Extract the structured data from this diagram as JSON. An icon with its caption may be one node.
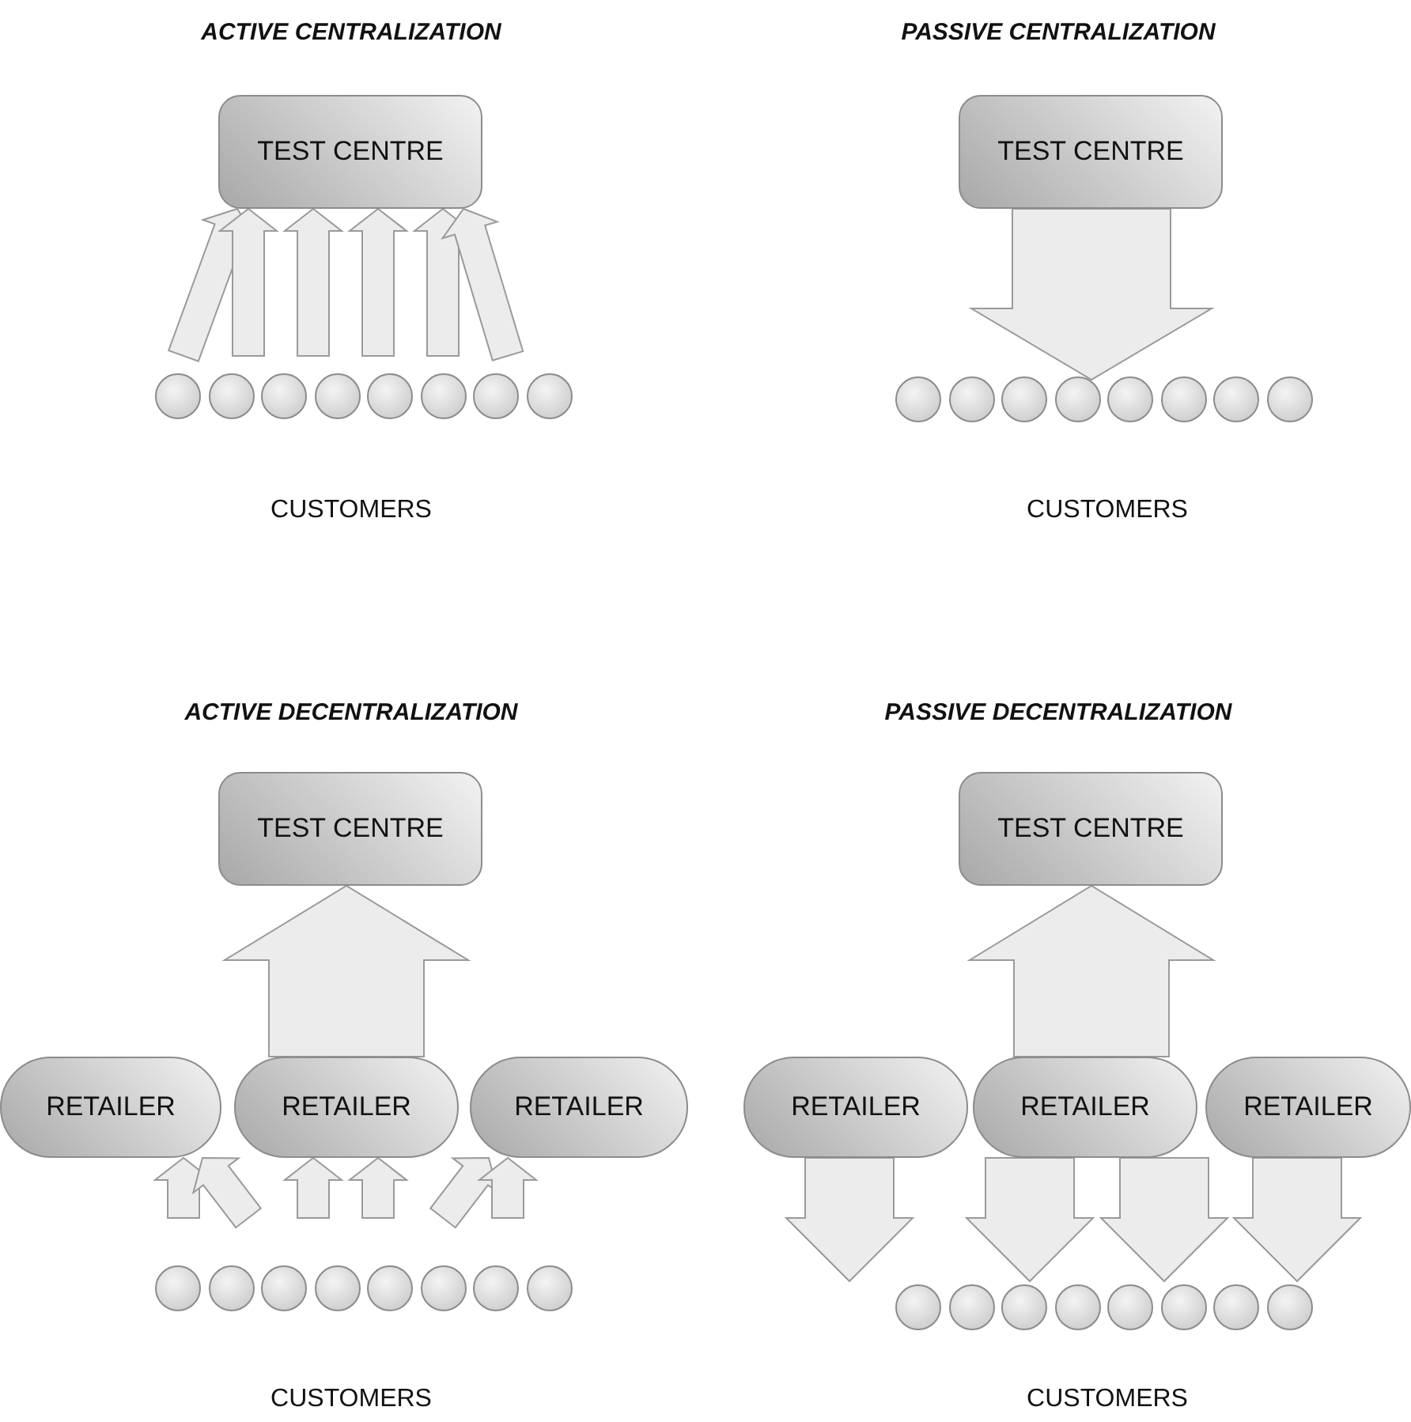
{
  "diagram": {
    "nodes": [
      {
        "text": [
          "TEST CENTRE"
        ]
      },
      {
        "text": [],
        "shape": "circle"
      },
      {
        "text": [],
        "shape": "circle"
      },
      {
        "text": [],
        "shape": "circle"
      },
      {
        "text": [],
        "shape": "circle"
      },
      {
        "text": [],
        "shape": "circle"
      },
      {
        "text": [],
        "shape": "circle"
      },
      {
        "text": [],
        "shape": "circle"
      },
      {
        "text": [],
        "shape": "circle"
      },
      {
        "text": [
          "TEST CENTRE"
        ]
      },
      {
        "text": [],
        "shape": "circle"
      },
      {
        "text": [],
        "shape": "circle"
      },
      {
        "text": [],
        "shape": "circle"
      },
      {
        "text": [],
        "shape": "circle"
      },
      {
        "text": [],
        "shape": "circle"
      },
      {
        "text": [],
        "shape": "circle"
      },
      {
        "text": [],
        "shape": "circle"
      },
      {
        "text": [],
        "shape": "circle"
      },
      {
        "text": [
          "TEST CENTRE"
        ]
      },
      {
        "text": [
          "RETAILER"
        ]
      },
      {
        "text": [
          "RETAILER"
        ]
      },
      {
        "text": [
          "RETAILER"
        ]
      },
      {
        "text": [],
        "shape": "circle"
      },
      {
        "text": [],
        "shape": "circle"
      },
      {
        "text": [],
        "shape": "circle"
      },
      {
        "text": [],
        "shape": "circle"
      },
      {
        "text": [],
        "shape": "circle"
      },
      {
        "text": [],
        "shape": "circle"
      },
      {
        "text": [],
        "shape": "circle"
      },
      {
        "text": [],
        "shape": "circle"
      },
      {
        "text": [
          "TEST CENTRE"
        ]
      },
      {
        "text": [
          "RETAILER"
        ]
      },
      {
        "text": [
          "RETAILER"
        ]
      },
      {
        "text": [
          "RETAILER"
        ]
      },
      {
        "text": [],
        "shape": "circle"
      },
      {
        "text": [],
        "shape": "circle"
      },
      {
        "text": [],
        "shape": "circle"
      },
      {
        "text": [],
        "shape": "circle"
      },
      {
        "text": [],
        "shape": "circle"
      },
      {
        "text": [],
        "shape": "circle"
      },
      {
        "text": [],
        "shape": "circle"
      },
      {
        "text": [],
        "shape": "circle"
      }
    ],
    "edges": [
      {
        "from": null,
        "to": 0,
        "arrow": "to"
      },
      {
        "from": null,
        "to": 0,
        "arrow": "to"
      },
      {
        "from": null,
        "to": 0,
        "arrow": "to"
      },
      {
        "from": null,
        "to": 0,
        "arrow": "to"
      },
      {
        "from": null,
        "to": 0,
        "arrow": "to"
      },
      {
        "from": null,
        "to": 0,
        "arrow": "to"
      },
      {
        "from": 9,
        "to": null,
        "arrow": "to"
      },
      {
        "from": 20,
        "to": 18,
        "arrow": "to"
      },
      {
        "from": null,
        "to": 19,
        "arrow": "to"
      },
      {
        "from": null,
        "to": 19,
        "arrow": "to"
      },
      {
        "from": null,
        "to": 20,
        "arrow": "to"
      },
      {
        "from": null,
        "to": 20,
        "arrow": "to"
      },
      {
        "from": null,
        "to": 21,
        "arrow": "to"
      },
      {
        "from": null,
        "to": 21,
        "arrow": "to"
      },
      {
        "from": 32,
        "to": 30,
        "arrow": "to"
      },
      {
        "from": 31,
        "to": null,
        "arrow": "to"
      },
      {
        "from": 32,
        "to": null,
        "arrow": "to"
      },
      {
        "from": 32,
        "to": null,
        "arrow": "to"
      },
      {
        "from": 33,
        "to": null,
        "arrow": "to"
      }
    ],
    "labels": [
      "ACTIVE CENTRALIZATION",
      "PASSIVE CENTRALIZATION",
      "CUSTOMERS",
      "CUSTOMERS",
      "ACTIVE DECENTRALIZATION",
      "PASSIVE DECENTRALIZATION",
      "CUSTOMERS",
      "CUSTOMERS"
    ]
  }
}
